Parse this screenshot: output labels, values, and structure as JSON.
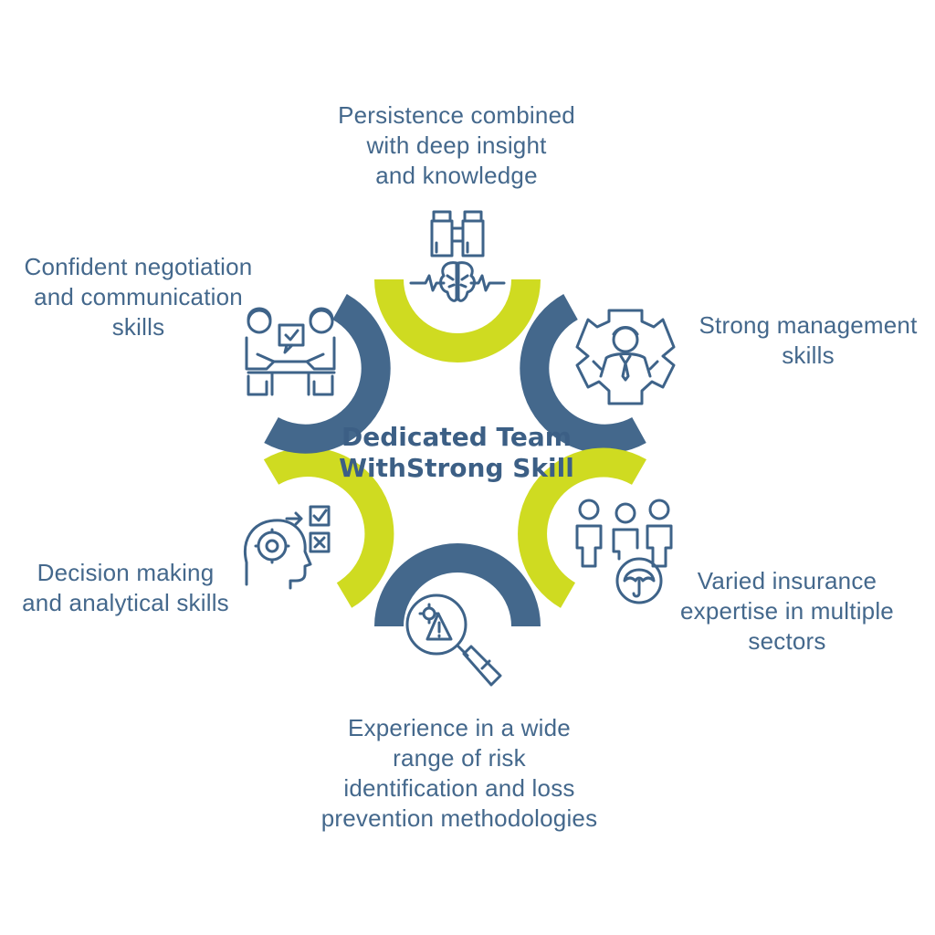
{
  "center": {
    "line1": "Dedicated Team",
    "line2": "WithStrong Skill"
  },
  "items": [
    {
      "lines": [
        "Persistence combined",
        "with deep insight",
        "and knowledge"
      ]
    },
    {
      "lines": [
        "Strong management",
        "skills"
      ]
    },
    {
      "lines": [
        "Varied insurance",
        "expertise in multiple",
        "sectors"
      ]
    },
    {
      "lines": [
        "Experience in a wide",
        "range of risk",
        "identification and loss",
        "prevention methodologies"
      ]
    },
    {
      "lines": [
        "Decision making",
        "and analytical skills"
      ]
    },
    {
      "lines": [
        "Confident negotiation",
        "and communication",
        "skills"
      ]
    }
  ],
  "colors": {
    "navy": "#44688c",
    "lime": "#cfdb21",
    "icon": "#3e6389"
  },
  "icons": [
    "binoculars-brain-icon",
    "manager-gear-icon",
    "team-umbrella-icon",
    "risk-magnifier-icon",
    "head-decision-icon",
    "negotiation-icon"
  ]
}
